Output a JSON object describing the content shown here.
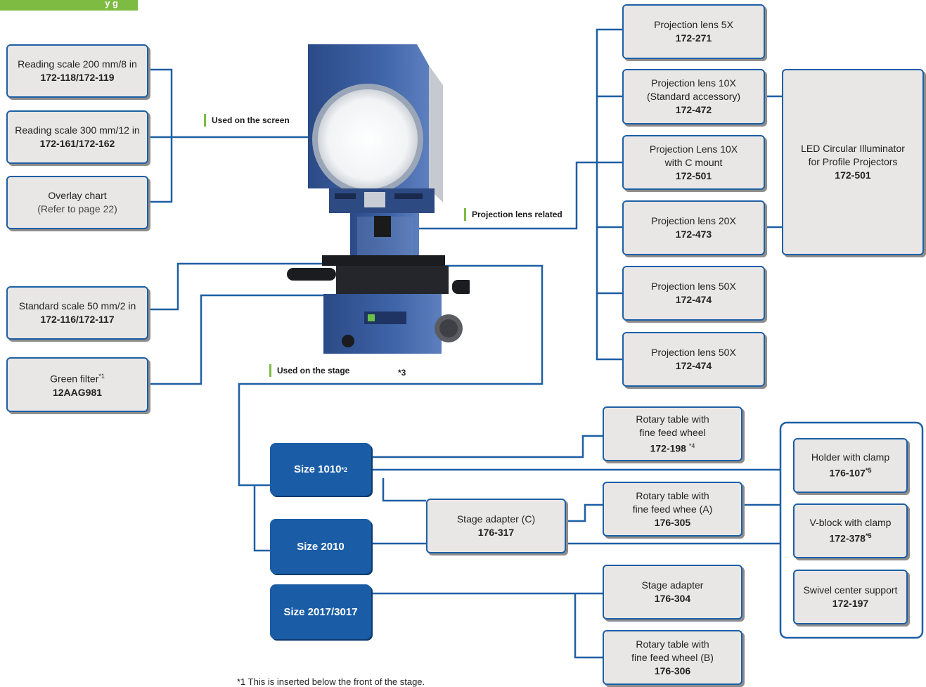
{
  "header": {
    "label": "y      g"
  },
  "tags": {
    "screen": "Used on the screen",
    "lens": "Projection lens related",
    "stage": "Used on the stage",
    "star3": "*3"
  },
  "screen_items": [
    {
      "line1": "Reading scale 200 mm/8 in",
      "number": "172-118/172-119"
    },
    {
      "line1": "Reading scale 300 mm/12 in",
      "number": "172-161/172-162"
    },
    {
      "line1": "Overlay chart",
      "note": "(Refer to page 22)"
    }
  ],
  "stage_left_items": [
    {
      "line1": "Standard scale 50 mm/2 in",
      "number": "172-116/172-117"
    },
    {
      "line1": "Green filter",
      "sup": "*1",
      "number": "12AAG981"
    }
  ],
  "lens_items": [
    {
      "line1": "Projection lens 5X",
      "number": "172-271"
    },
    {
      "line1": "Projection lens 10X",
      "line2": "(Standard accessory)",
      "number": "172-472"
    },
    {
      "line1": "Projection Lens 10X",
      "line2": "with C mount",
      "number": "172-501"
    },
    {
      "line1": "Projection lens 20X",
      "number": "172-473"
    },
    {
      "line1": "Projection lens 50X",
      "number": "172-474"
    },
    {
      "line1": "Projection lens 50X",
      "number": "172-474"
    }
  ],
  "led": {
    "line1": "LED Circular Illuminator",
    "line2": "for Profile Projectors",
    "number": "172-501"
  },
  "sizes": [
    {
      "label": "Size 1010",
      "sup": "*2"
    },
    {
      "label": "Size 2010"
    },
    {
      "label": "Size 2017/3017"
    }
  ],
  "rotary_1010": {
    "line1": "Rotary table with",
    "line2": "fine feed wheel",
    "number": "172-198",
    "sup": "*4"
  },
  "rotary_a": {
    "line1": "Rotary table with",
    "line2": "fine feed whee (A)",
    "number": "176-305"
  },
  "stage_adapter_c": {
    "line1": "Stage adapter (C)",
    "number": "176-317"
  },
  "stage_adapter": {
    "line1": "Stage adapter",
    "number": "176-304"
  },
  "rotary_b": {
    "line1": "Rotary table with",
    "line2": "fine feed wheel (B)",
    "number": "176-306"
  },
  "holders": [
    {
      "line1": "Holder with clamp",
      "number": "176-107",
      "sup": "*5"
    },
    {
      "line1": "V-block with clamp",
      "number": "172-378",
      "sup": "*5"
    },
    {
      "line1": "Swivel center support",
      "number": "172-197"
    }
  ],
  "footnote": "*1 This is inserted below the front of the stage.",
  "colors": {
    "accent_blue": "#1d5fa5",
    "size_blue": "#1a5da6",
    "green": "#7dbb42",
    "box_gray": "#e9e7e6"
  }
}
